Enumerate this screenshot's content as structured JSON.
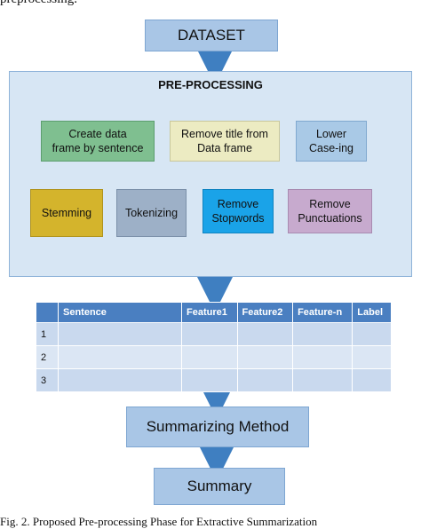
{
  "top_caption": "preprocessing.",
  "nodes": {
    "dataset": "DATASET",
    "preprocessing_title": "PRE-PROCESSING",
    "create_df": "Create data\nframe by sentence",
    "remove_title": "Remove title from\nData frame",
    "lower_case": "Lower\nCase-ing",
    "stemming": "Stemming",
    "tokenizing": "Tokenizing",
    "remove_stopwords": "Remove\nStopwords",
    "remove_punctuations": "Remove\nPunctuations",
    "summarizing_method": "Summarizing Method",
    "summary": "Summary"
  },
  "feature_table": {
    "headers": [
      "",
      "Sentence",
      "Feature1",
      "Feature2",
      "Feature-n",
      "Label"
    ],
    "row_ids": [
      "1",
      "2",
      "3"
    ]
  },
  "caption": "Fig. 2.  Proposed Pre-processing Phase for Extractive Summarization",
  "colors": {
    "arrow": "#3f7fc1",
    "panel": "#d7e6f4",
    "header": "#4a7fc1"
  }
}
